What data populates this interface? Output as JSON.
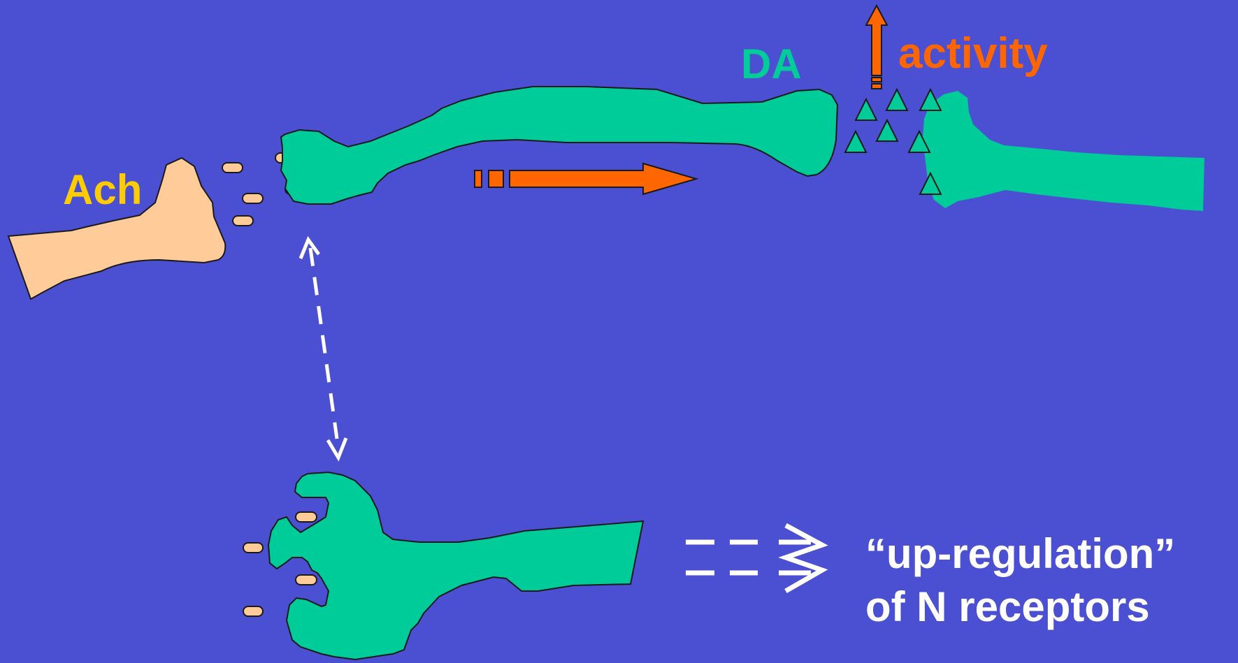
{
  "labels": {
    "ach": "Ach",
    "da": "DA",
    "activity": "activity",
    "upregulation_line1": "“up-regulation”",
    "upregulation_line2": "of N receptors"
  },
  "colors": {
    "background": "#4b4fd2",
    "ach_neuron": "#ffcc99",
    "ach_label": "#ffcc00",
    "da_neuron": "#00cc99",
    "da_label": "#00cc99",
    "activity_arrow": "#ff6600",
    "activity_label": "#ff6600",
    "annotation": "#ffffff",
    "outline": "#1a1a1a"
  }
}
